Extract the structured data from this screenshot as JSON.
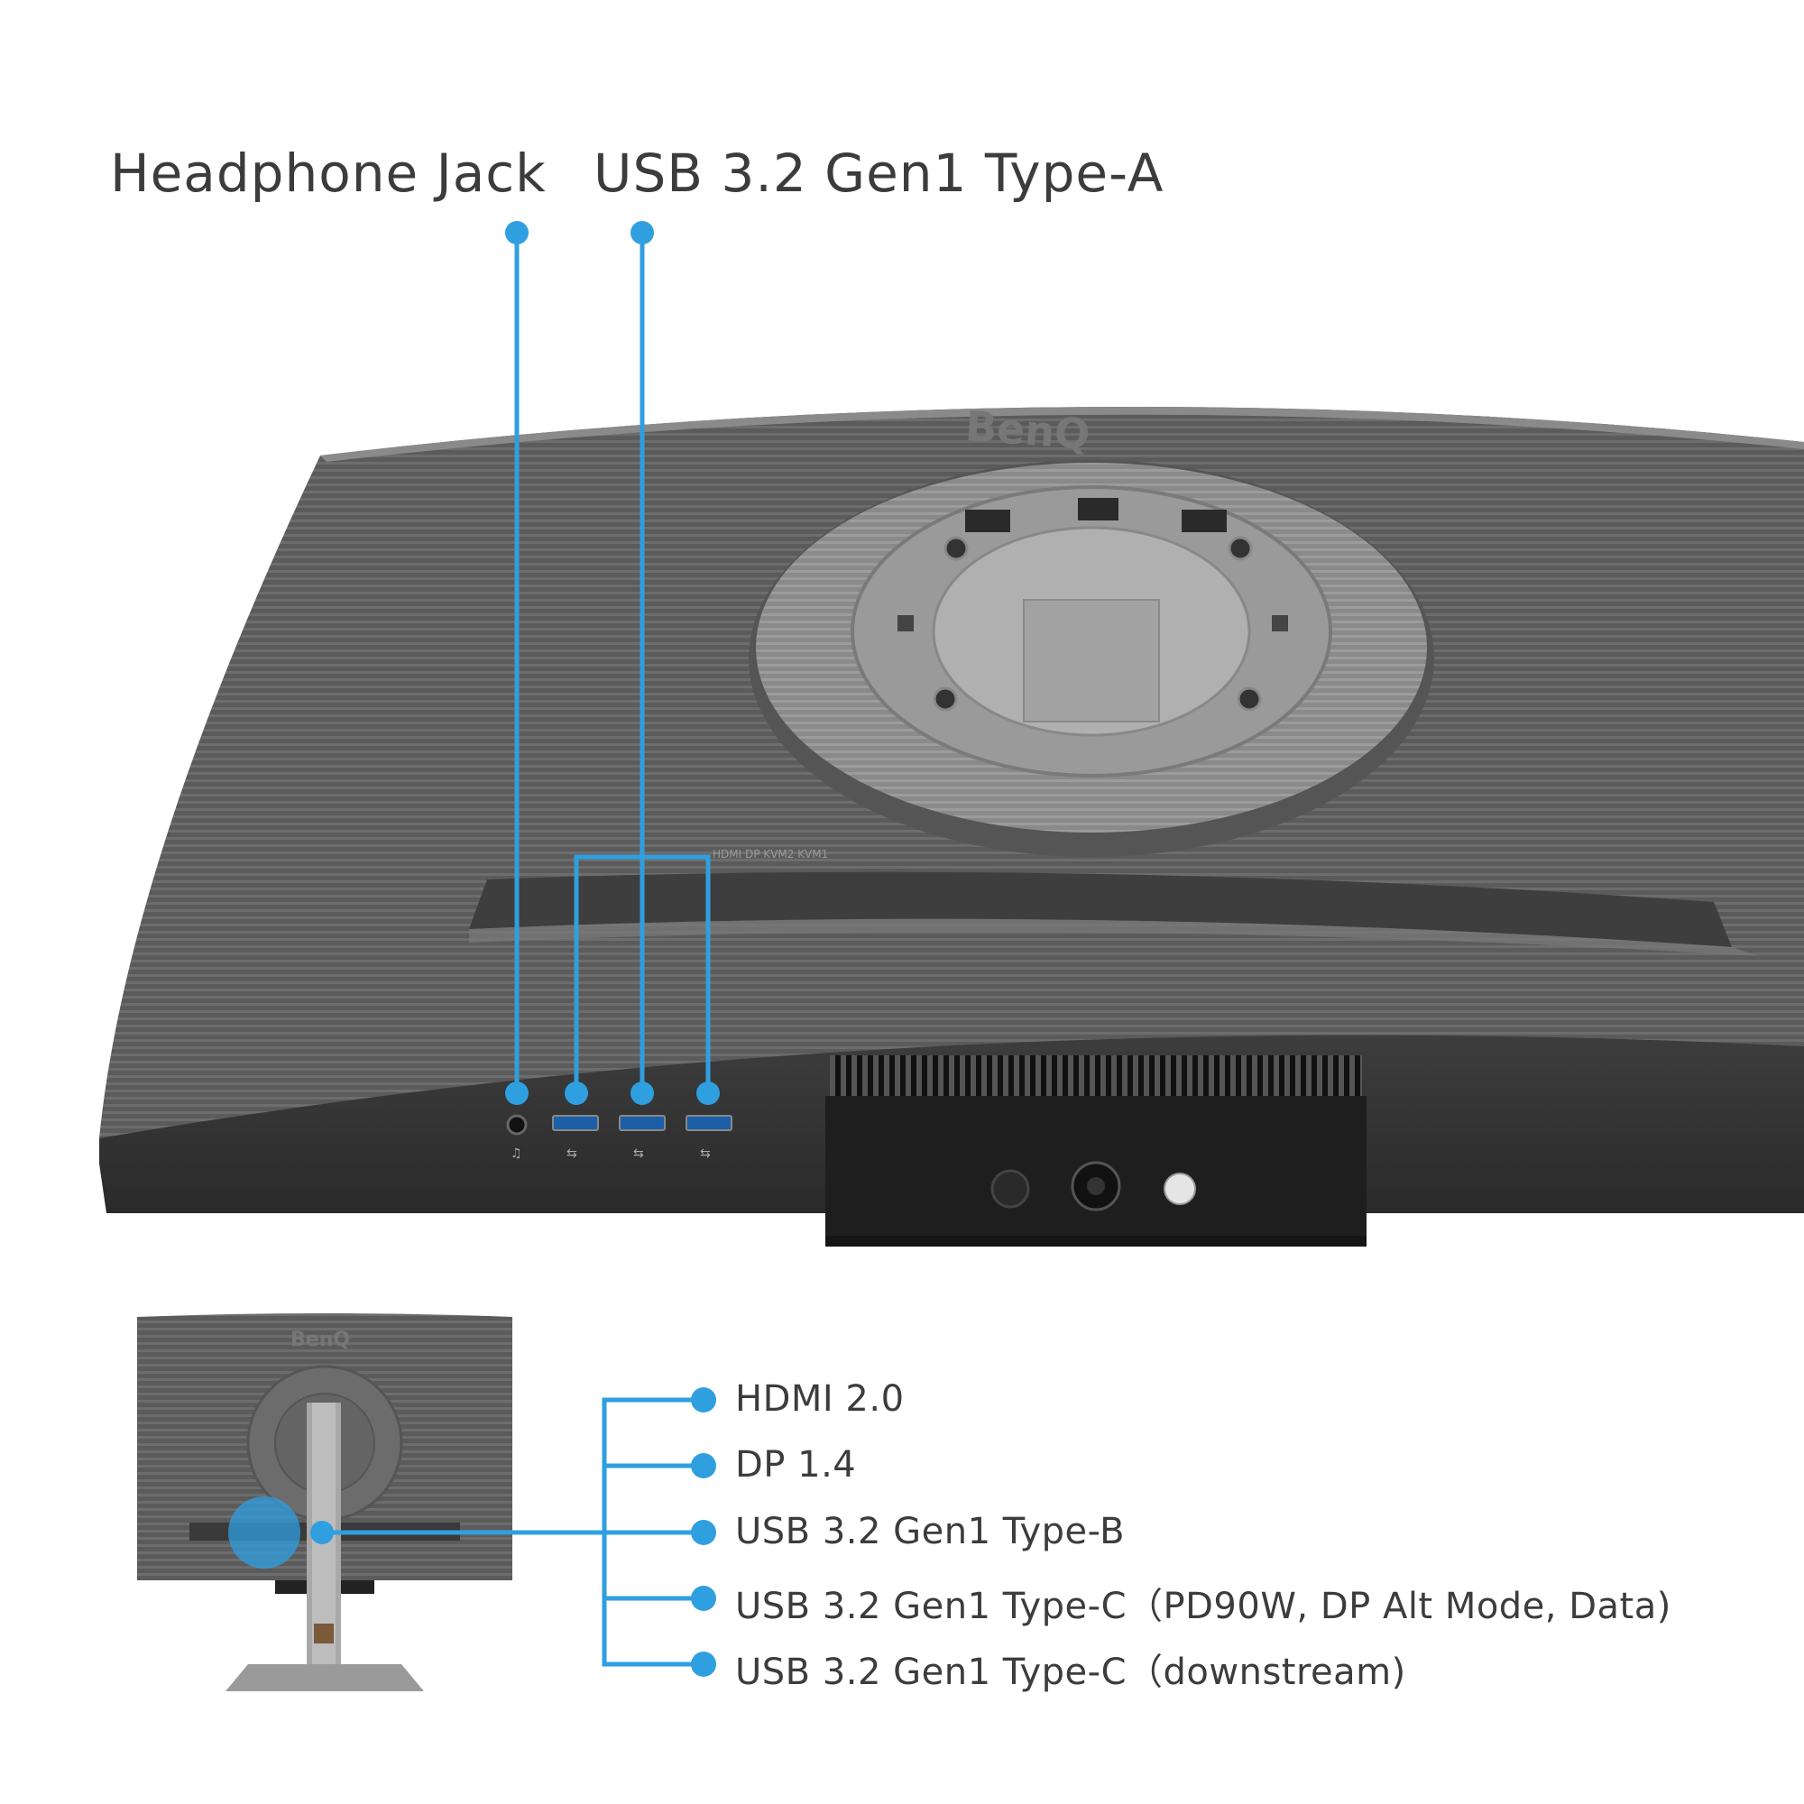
{
  "callouts": {
    "top": [
      {
        "label": "Headphone Jack"
      },
      {
        "label": "USB 3.2 Gen1 Type-A"
      }
    ],
    "bottom": [
      {
        "label": "HDMI 2.0"
      },
      {
        "label": "DP 1.4"
      },
      {
        "label": "USB 3.2 Gen1 Type-B"
      },
      {
        "label": "USB 3.2 Gen1 Type-C（PD90W, DP Alt Mode, Data)"
      },
      {
        "label": "USB 3.2 Gen1 Type-C（downstream)"
      }
    ]
  },
  "monitor": {
    "brand": "BenQ",
    "port_strip": "HDMI   DP   KVM2   KVM1"
  },
  "colors": {
    "accent": "#2f9fe0",
    "body": "#5a5a5a",
    "text": "#3c3c3c"
  }
}
